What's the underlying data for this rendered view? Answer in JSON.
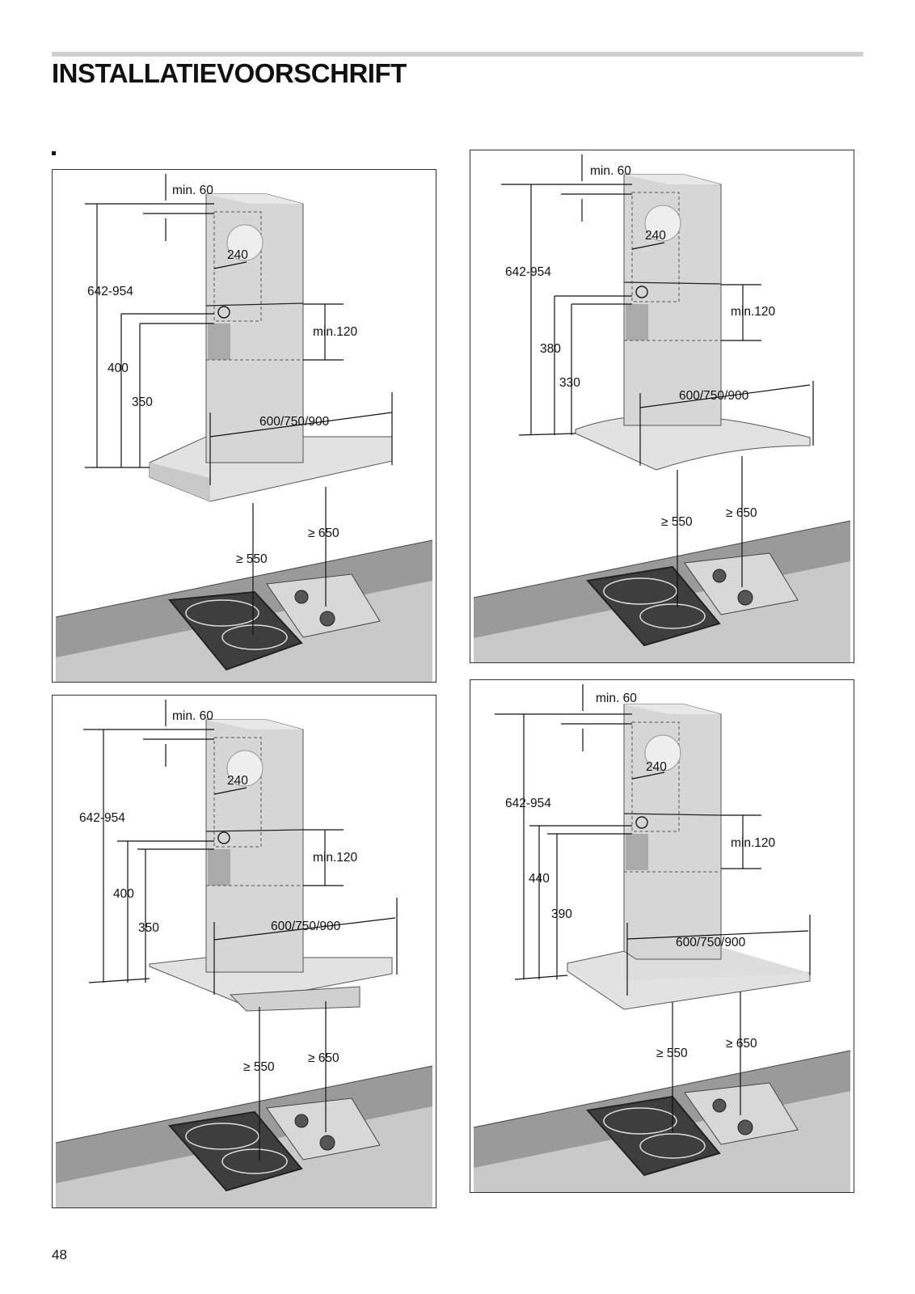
{
  "header": {
    "title": "INSTALLATIEVOORSCHRIFT"
  },
  "footer": {
    "page_number": "48"
  },
  "figures": [
    {
      "min_top": "min. 60",
      "height_range": "642-954",
      "outlet_height": "400",
      "outlet_height_inner": "350",
      "width_240": "240",
      "min_120": "min.120",
      "hood_width": "600/750/900",
      "clearance_electric": "≥ 550",
      "clearance_gas": "≥ 650"
    },
    {
      "min_top": "min. 60",
      "height_range": "642-954",
      "outlet_height": "380",
      "outlet_height_inner": "330",
      "width_240": "240",
      "min_120": "min.120",
      "hood_width": "600/750/900",
      "clearance_electric": "≥ 550",
      "clearance_gas": "≥ 650"
    },
    {
      "min_top": "min. 60",
      "height_range": "642-954",
      "outlet_height": "400",
      "outlet_height_inner": "350",
      "width_240": "240",
      "min_120": "min.120",
      "hood_width": "600/750/900",
      "clearance_electric": "≥ 550",
      "clearance_gas": "≥ 650"
    },
    {
      "min_top": "min. 60",
      "height_range": "642-954",
      "outlet_height": "440",
      "outlet_height_inner": "390",
      "width_240": "240",
      "min_120": "min.120",
      "hood_width": "600/750/900",
      "clearance_electric": "≥ 550",
      "clearance_gas": "≥ 650"
    }
  ]
}
